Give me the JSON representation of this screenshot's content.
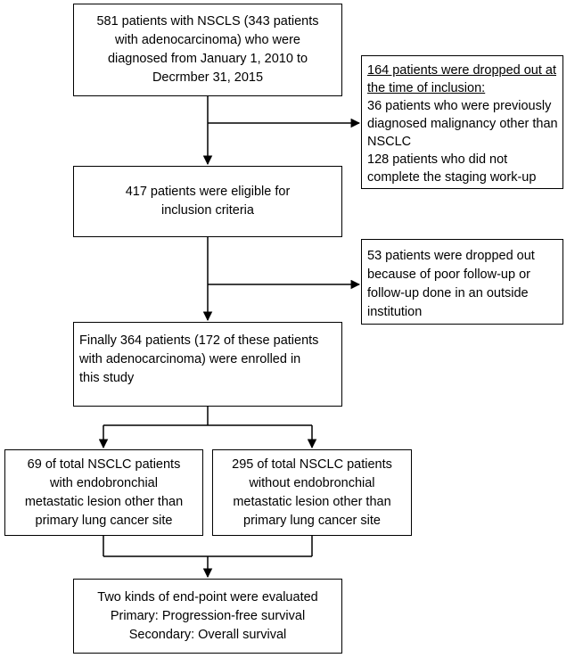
{
  "box_start": {
    "lines": [
      "581 patients with NSCLS (343 patients",
      "with adenocarcinoma) who were",
      "diagnosed from January 1, 2010 to",
      "Decrmber 31, 2015"
    ]
  },
  "box_dropped_inclusion": {
    "heading_lines": [
      "164 patients were dropped out at",
      "the time of inclusion:"
    ],
    "lines": [
      "36 patients who were previously",
      "diagnosed malignancy other than",
      "NSCLC",
      "128 patients who did not",
      "complete the staging work-up"
    ]
  },
  "box_eligible": {
    "lines": [
      "417 patients were eligible for",
      "inclusion criteria"
    ]
  },
  "box_dropped_followup": {
    "lines": [
      "53 patients were dropped out",
      "because of poor follow-up or",
      "follow-up done in an outside",
      "institution"
    ]
  },
  "box_enrolled": {
    "lines": [
      "Finally 364 patients (172 of these patients",
      "with adenocarcinoma) were enrolled in",
      "this study"
    ]
  },
  "box_with_lesion": {
    "lines": [
      "69 of total NSCLC patients",
      "with endobronchial",
      "metastatic lesion other than",
      "primary lung cancer site"
    ]
  },
  "box_without_lesion": {
    "lines": [
      "295 of total NSCLC patients",
      "without endobronchial",
      "metastatic lesion other than",
      "primary lung cancer site"
    ]
  },
  "box_endpoint": {
    "lines": [
      "Two kinds of end-point were evaluated",
      "Primary: Progression-free survival",
      "Secondary: Overall survival"
    ]
  }
}
